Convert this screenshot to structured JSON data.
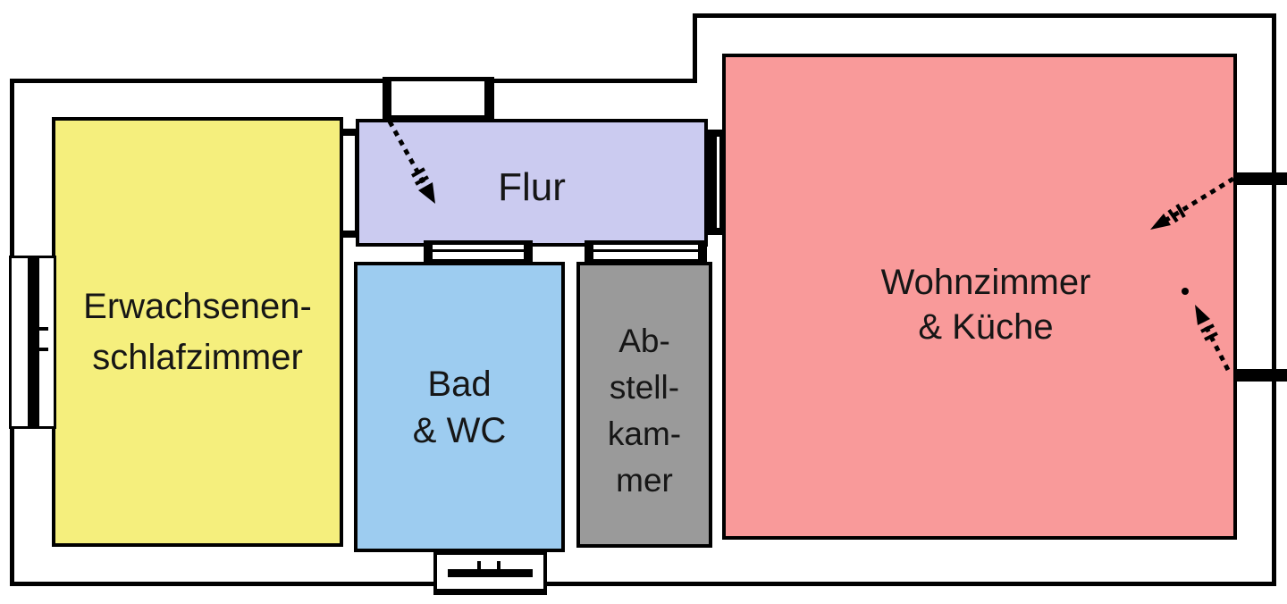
{
  "plan": {
    "rooms": {
      "bedroom": {
        "line1": "Erwachsenen-",
        "line2": "schlafzimmer",
        "color": "#f5ef7d"
      },
      "hallway": {
        "line1": "Flur",
        "color": "#cbcbf0"
      },
      "bathroom": {
        "line1": "Bad",
        "line2": "& WC",
        "color": "#9dccf0"
      },
      "storage": {
        "line1": "Ab-",
        "line2": "stell-",
        "line3": "kam-",
        "line4": "mer",
        "color": "#9a9a9a"
      },
      "living": {
        "line1": "Wohnzimmer",
        "line2": "& Küche",
        "color": "#f99a9a"
      }
    },
    "colors": {
      "wall": "#000000",
      "background": "#ffffff"
    }
  }
}
